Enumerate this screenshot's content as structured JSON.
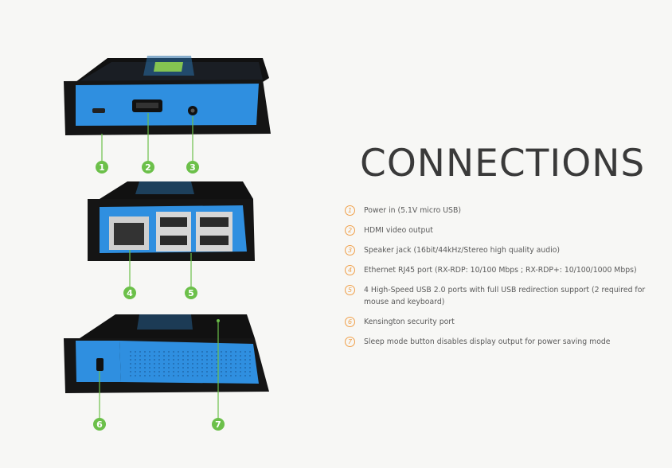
{
  "title": "CONNECTIONS",
  "connections": [
    {
      "num": "1",
      "text": "Power in (5.1V micro USB)"
    },
    {
      "num": "2",
      "text": "HDMI video output"
    },
    {
      "num": "3",
      "text": "Speaker jack (16bit/44kHz/Stereo high quality audio)"
    },
    {
      "num": "4",
      "text": "Ethernet RJ45 port (RX-RDP: 10/100 Mbps ; RX-RDP+: 10/100/1000 Mbps)"
    },
    {
      "num": "5",
      "text": "4 High-Speed USB 2.0 ports with full USB redirection support (2 required for mouse and keyboard)"
    },
    {
      "num": "6",
      "text": "Kensington security port"
    },
    {
      "num": "7",
      "text": "Sleep mode button disables display output for power saving mode"
    }
  ],
  "callouts": [
    "1",
    "2",
    "3",
    "4",
    "5",
    "6",
    "7"
  ],
  "colors": {
    "device_blue": "#2f8fe0",
    "device_black": "#151515",
    "callout_green": "#6cc04a",
    "number_orange": "#f0a04a",
    "logo_green": "#8fd14f"
  }
}
